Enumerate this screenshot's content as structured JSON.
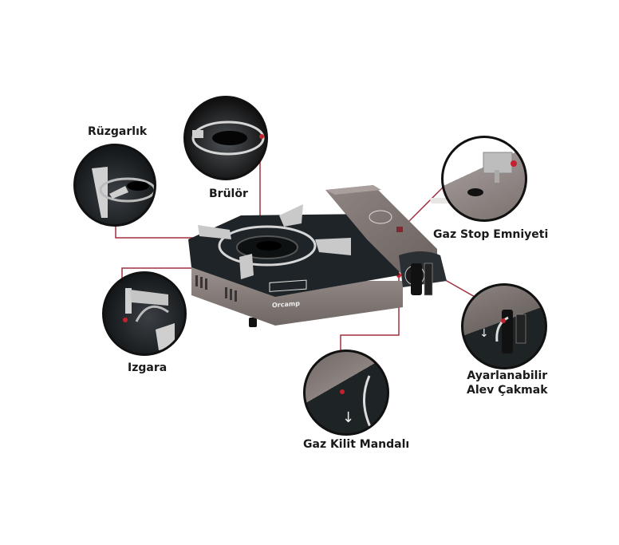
{
  "product": {
    "brand": "Orcamp",
    "brand_tagline": "",
    "colors": {
      "callout_line": "#a0303f",
      "body_gray": "#8a807d",
      "top_black": "#1e2427",
      "grate_silver": "#c9c9c9"
    }
  },
  "callouts": [
    {
      "id": "ruzgarlik",
      "label": "Rüzgarlık"
    },
    {
      "id": "brulor",
      "label": "Brülör"
    },
    {
      "id": "gaz-stop",
      "label": "Gaz Stop Emniyeti"
    },
    {
      "id": "izgara",
      "label": "Izgara"
    },
    {
      "id": "ayarlanabilir",
      "label_line1": "Ayarlanabilir",
      "label_line2": "Alev Çakmak"
    },
    {
      "id": "gaz-kilit",
      "label": "Gaz Kilit Mandalı"
    }
  ]
}
